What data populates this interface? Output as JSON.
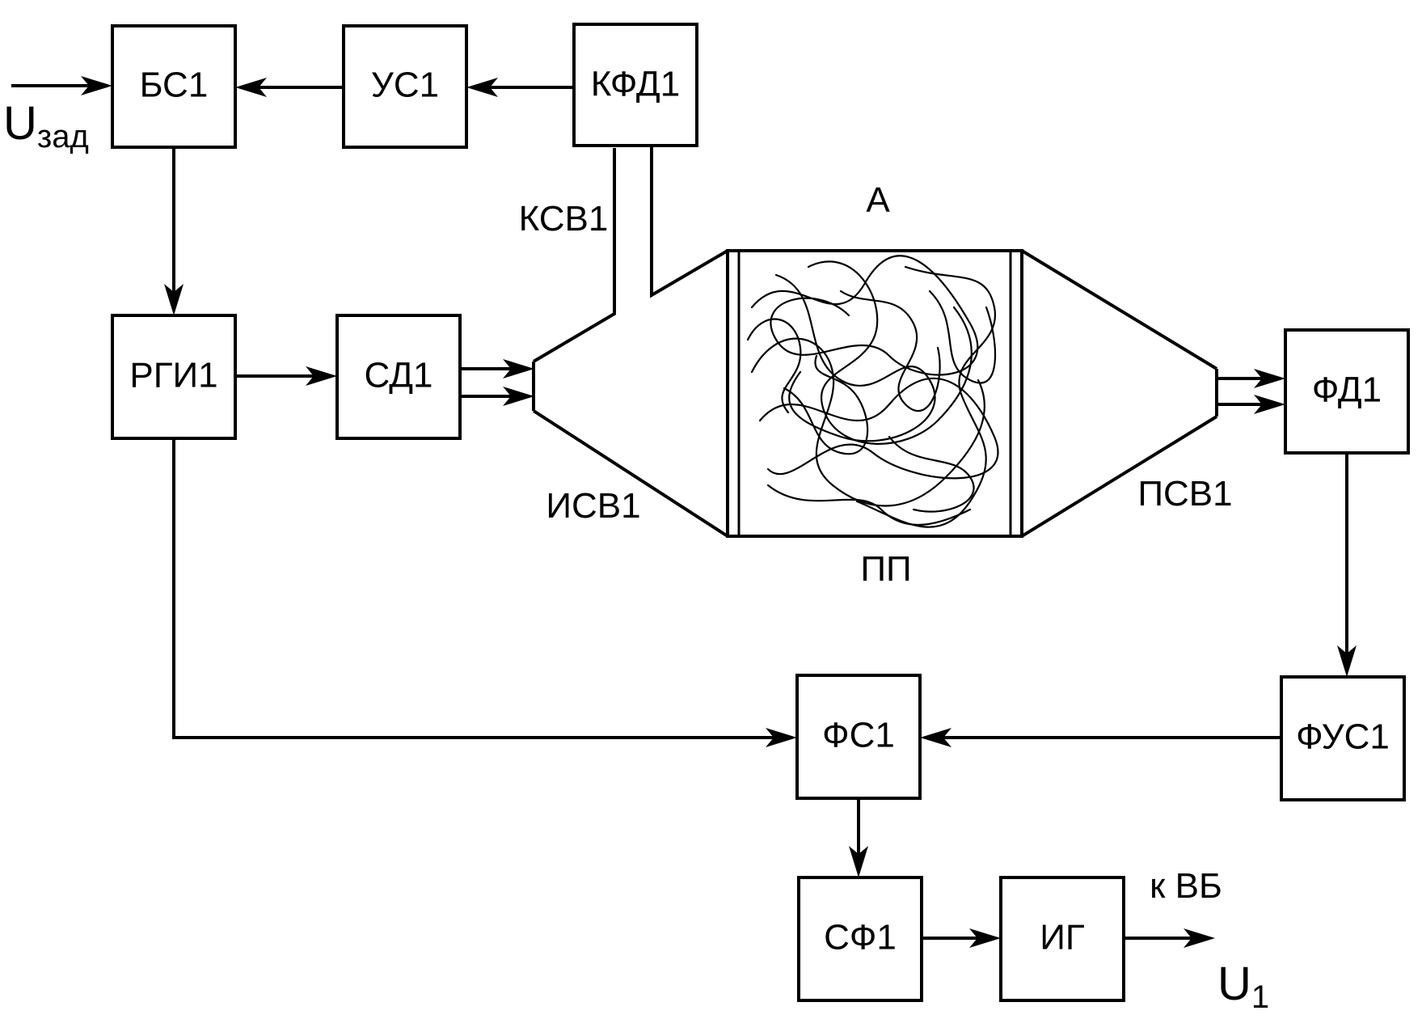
{
  "blocks": {
    "bs1": "БС1",
    "us1": "УС1",
    "kfd1": "КФД1",
    "rgi1": "РГИ1",
    "sd1": "СД1",
    "fd1": "ФД1",
    "fus1": "ФУС1",
    "fs1": "ФС1",
    "sf1": "СФ1",
    "ig": "ИГ"
  },
  "labels": {
    "a": "А",
    "pp": "ПП",
    "ksv1": "КСВ1",
    "isv1": "ИСВ1",
    "psv1": "ПСВ1",
    "to_vb": "к ВБ"
  },
  "signals": {
    "input_main": "U",
    "input_sub": "зад",
    "output_main": "U",
    "output_sub": "1"
  },
  "colors": {
    "stroke": "#000000",
    "background": "#ffffff"
  }
}
